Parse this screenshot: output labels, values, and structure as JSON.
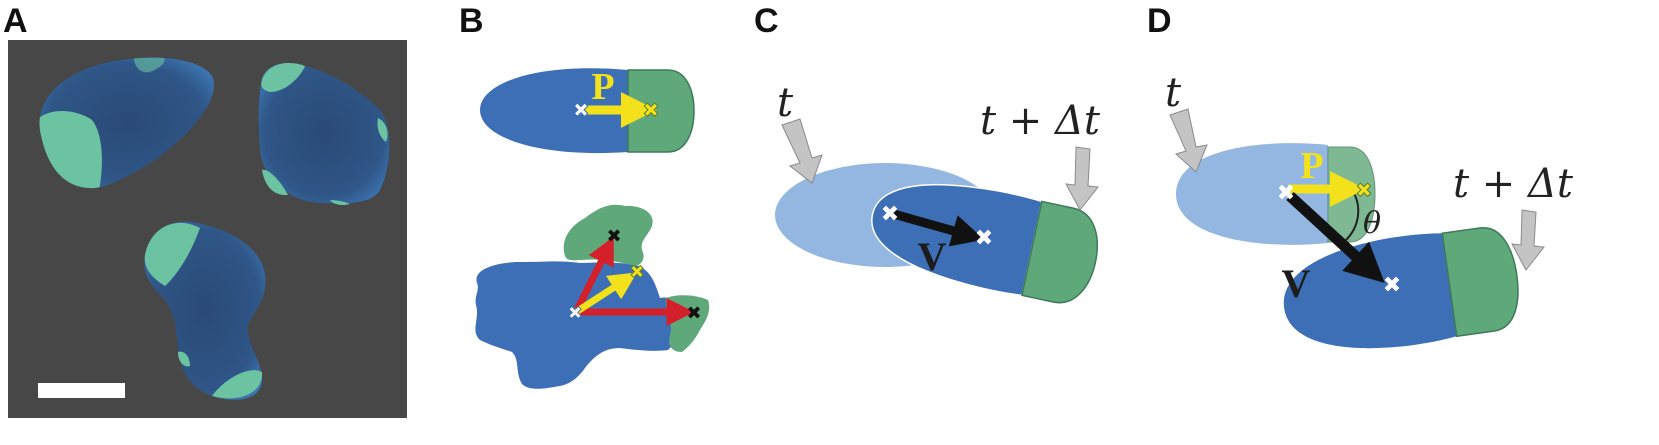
{
  "panels": {
    "a": {
      "letter": "A"
    },
    "b": {
      "letter": "B",
      "polarity_label": "P"
    },
    "c": {
      "letter": "C",
      "time_label": "t",
      "time_next_label": "t + Δt",
      "velocity_label": "V"
    },
    "d": {
      "letter": "D",
      "time_label": "t",
      "time_next_label": "t + Δt",
      "polarity_label": "P",
      "velocity_label": "V",
      "angle_label": "θ"
    }
  },
  "colors": {
    "cell_blue": "#3c6fb6",
    "front_green": "#5fa87a",
    "ghost_blue": "#93b7e0",
    "micrograph_bg": "#474747",
    "micrograph_cell": "#2c4f7c",
    "micrograph_front": "#6cc3a2",
    "polarity_yellow": "#f2e11b",
    "protrusion_red": "#d4202a",
    "time_arrow_gray": "#c4c4c4"
  }
}
